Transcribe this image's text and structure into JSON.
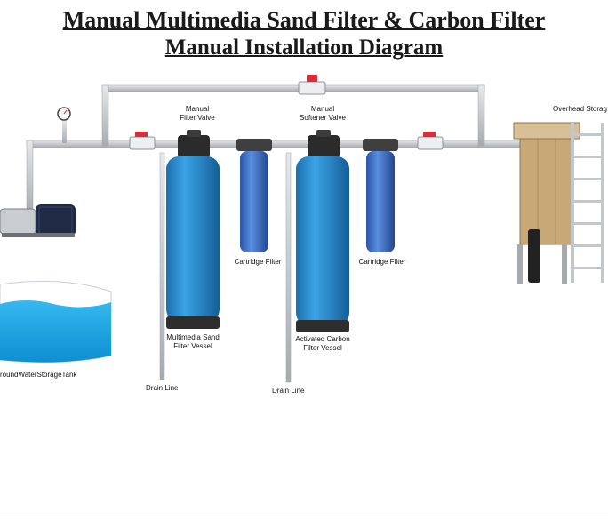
{
  "title": {
    "line1": "Manual Multimedia Sand Filter & Carbon Filter",
    "line2": "Manual Installation Diagram"
  },
  "labels": {
    "manual_filter_valve": [
      "Manual",
      "Filter Valve"
    ],
    "manual_softener_valve": [
      "Manual",
      "Softener Valve"
    ],
    "overhead_storage": "Overhead Storag",
    "cartridge_filter_1": "Cartridge Filter",
    "cartridge_filter_2": "Cartridge Filter",
    "multimedia_vessel": [
      "Multimedia Sand",
      "Filter Vessel"
    ],
    "carbon_vessel": [
      "Activated Carbon",
      "Filter Vessel"
    ],
    "ground_tank": "roundWaterStorageTank",
    "drain_line_1": "Drain Line",
    "drain_line_2": "Drain Line"
  },
  "colors": {
    "pipe": "#c4c7ca",
    "vessel_blue": "#2a8fd0",
    "vessel_base": "#2e2e2e",
    "cartridge_blue": "#3c6ec8",
    "water": "#1aa7e6",
    "valve_red": "#d62e3a",
    "storage_wood": "#c9a877"
  }
}
